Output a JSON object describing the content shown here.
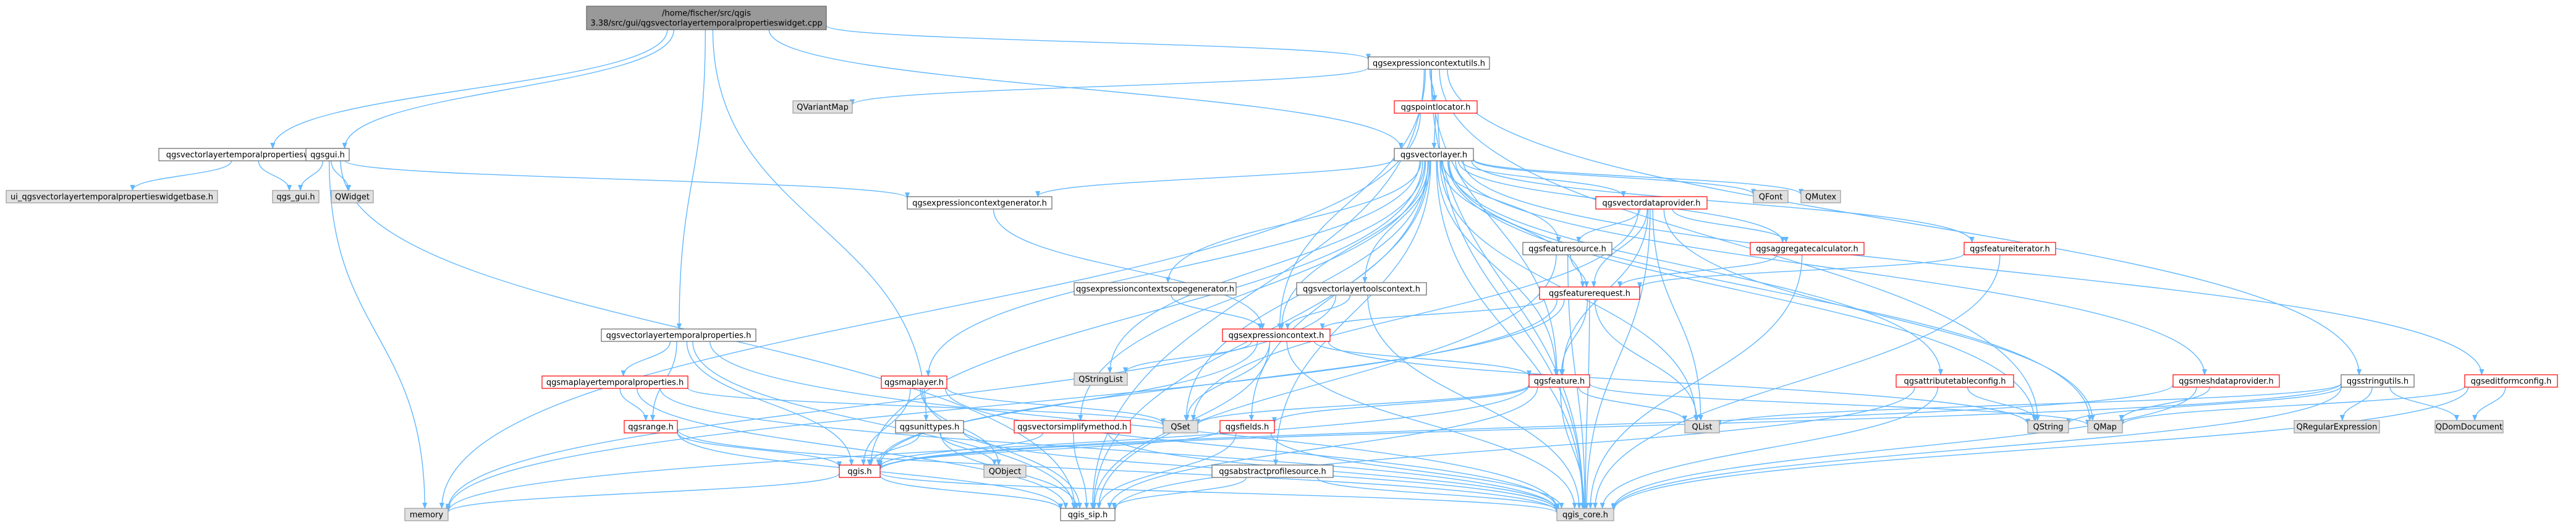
{
  "colors": {
    "edge": "#63b8ff",
    "white_fill": "#ffffff",
    "gray_fill": "#e0e0e0",
    "root_fill": "#999999",
    "normal_border": "#666666",
    "red_border": "#ff0000",
    "gray_border": "#999999"
  },
  "nodes": [
    {
      "id": "root",
      "label": "/home/fischer/src/qgis\n3.38/src/gui/qgsvectorlayertemporalpropertieswidget.cpp",
      "style": "root"
    },
    {
      "id": "qgsexpressioncontextutils",
      "label": "qgsexpressioncontextutils.h",
      "style": "normal"
    },
    {
      "id": "qvariantmap",
      "label": "QVariantMap",
      "style": "gray"
    },
    {
      "id": "qgspointlocator",
      "label": "qgspointlocator.h",
      "style": "red"
    },
    {
      "id": "qgsvlt_widget_h",
      "label": "qgsvectorlayertemporalpropertieswidget.h",
      "style": "normal"
    },
    {
      "id": "qgsgui",
      "label": "qgsgui.h",
      "style": "normal"
    },
    {
      "id": "qgsvectorlayer",
      "label": "qgsvectorlayer.h",
      "style": "normal"
    },
    {
      "id": "ui_widgetbase",
      "label": "ui_qgsvectorlayertemporalpropertieswidgetbase.h",
      "style": "gray"
    },
    {
      "id": "qgs_gui",
      "label": "qgs_gui.h",
      "style": "gray"
    },
    {
      "id": "qwidget",
      "label": "QWidget",
      "style": "gray"
    },
    {
      "id": "qgsexpressioncontextgenerator",
      "label": "qgsexpressioncontextgenerator.h",
      "style": "normal"
    },
    {
      "id": "qgsvectordataprovider",
      "label": "qgsvectordataprovider.h",
      "style": "red"
    },
    {
      "id": "qfont",
      "label": "QFont",
      "style": "gray"
    },
    {
      "id": "qmutex",
      "label": "QMutex",
      "style": "gray"
    },
    {
      "id": "qgsfeaturesource",
      "label": "qgsfeaturesource.h",
      "style": "normal"
    },
    {
      "id": "qgsaggregatecalculator",
      "label": "qgsaggregatecalculator.h",
      "style": "red"
    },
    {
      "id": "qgsfeatureiterator",
      "label": "qgsfeatureiterator.h",
      "style": "red"
    },
    {
      "id": "qgsexpressioncontextscopegenerator",
      "label": "qgsexpressioncontextscopegenerator.h",
      "style": "normal"
    },
    {
      "id": "qgsvectorlayertoolscontext",
      "label": "qgsvectorlayertoolscontext.h",
      "style": "normal"
    },
    {
      "id": "qgsfeaturerequest",
      "label": "qgsfeaturerequest.h",
      "style": "red"
    },
    {
      "id": "qgsvectorlayertemporalproperties",
      "label": "qgsvectorlayertemporalproperties.h",
      "style": "normal"
    },
    {
      "id": "qgsexpressioncontext",
      "label": "qgsexpressioncontext.h",
      "style": "red"
    },
    {
      "id": "qstringlist",
      "label": "QStringList",
      "style": "gray"
    },
    {
      "id": "qgsmaplayertemporalproperties",
      "label": "qgsmaplayertemporalproperties.h",
      "style": "red"
    },
    {
      "id": "qgsmaplayer",
      "label": "qgsmaplayer.h",
      "style": "red"
    },
    {
      "id": "qgsfeature",
      "label": "qgsfeature.h",
      "style": "red"
    },
    {
      "id": "qgsattributetableconfig",
      "label": "qgsattributetableconfig.h",
      "style": "red"
    },
    {
      "id": "qgsmeshdataprovider",
      "label": "qgsmeshdataprovider.h",
      "style": "red"
    },
    {
      "id": "qgsstringutils",
      "label": "qgsstringutils.h",
      "style": "normal"
    },
    {
      "id": "qgseditformconfig",
      "label": "qgseditformconfig.h",
      "style": "red"
    },
    {
      "id": "qgsrange",
      "label": "qgsrange.h",
      "style": "red"
    },
    {
      "id": "qgsunittypes",
      "label": "qgsunittypes.h",
      "style": "normal"
    },
    {
      "id": "qgsvectorsimplifymethod",
      "label": "qgsvectorsimplifymethod.h",
      "style": "red"
    },
    {
      "id": "qset",
      "label": "QSet",
      "style": "gray"
    },
    {
      "id": "qgsfields",
      "label": "qgsfields.h",
      "style": "red"
    },
    {
      "id": "qlist",
      "label": "QList",
      "style": "gray"
    },
    {
      "id": "qstring",
      "label": "QString",
      "style": "gray"
    },
    {
      "id": "qmap",
      "label": "QMap",
      "style": "gray"
    },
    {
      "id": "qregularexpression",
      "label": "QRegularExpression",
      "style": "gray"
    },
    {
      "id": "qdomdocument",
      "label": "QDomDocument",
      "style": "gray"
    },
    {
      "id": "qgis",
      "label": "qgis.h",
      "style": "red"
    },
    {
      "id": "qobject",
      "label": "QObject",
      "style": "gray"
    },
    {
      "id": "qgsabstractprofilesource",
      "label": "qgsabstractprofilesource.h",
      "style": "normal"
    },
    {
      "id": "memory",
      "label": "memory",
      "style": "gray"
    },
    {
      "id": "qgis_sip",
      "label": "qgis_sip.h",
      "style": "normal"
    },
    {
      "id": "qgis_core",
      "label": "qgis_core.h",
      "style": "gray"
    }
  ]
}
